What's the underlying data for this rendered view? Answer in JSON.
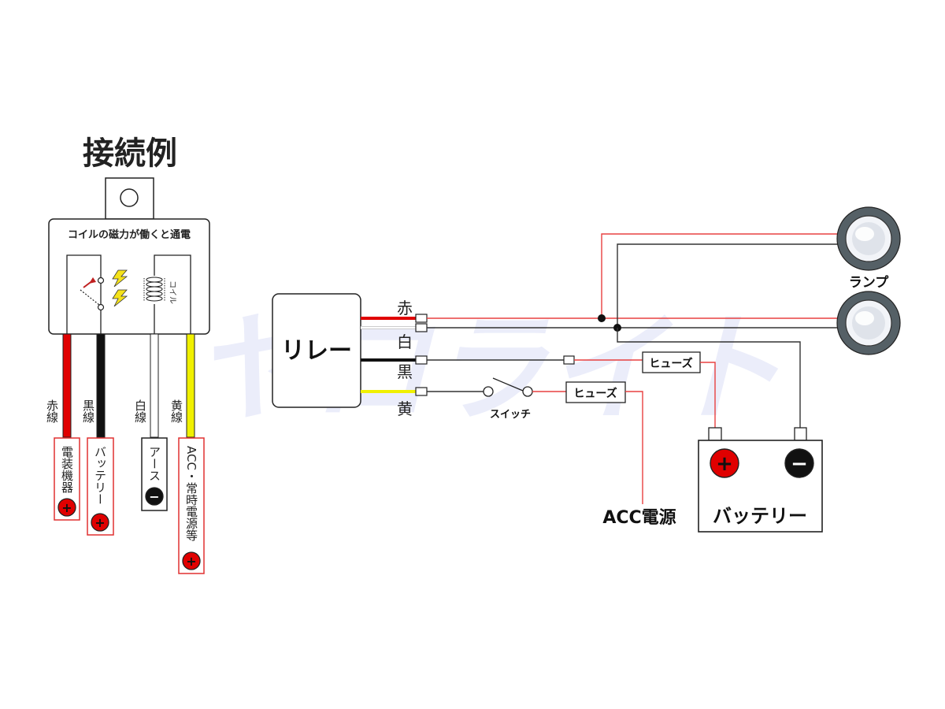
{
  "title": "接続例",
  "relay_panel": {
    "caption": "コイルの磁力が働くと通電",
    "coil_label": "コイル",
    "wires": [
      {
        "color_name": "赤線",
        "target": "電装機器",
        "color": "#e00000",
        "polarity": "+"
      },
      {
        "color_name": "黒線",
        "target": "バッテリー",
        "color": "#000000",
        "polarity": "+"
      },
      {
        "color_name": "白線",
        "target": "アース",
        "color": "#ffffff",
        "polarity": "−"
      },
      {
        "color_name": "黄線",
        "target": "ACC・常時電源等",
        "color": "#f0f000",
        "polarity": "+"
      }
    ]
  },
  "relay_box": {
    "label": "リレー"
  },
  "wire_labels": {
    "red": "赤",
    "white": "白",
    "black": "黒",
    "yellow": "黄"
  },
  "switch_label": "スイッチ",
  "fuse_labels": {
    "upper": "ヒューズ",
    "lower": "ヒューズ"
  },
  "acc_label": "ACC電源",
  "lamp_label": "ランプ",
  "battery": {
    "label": "バッテリー",
    "plus": "+",
    "minus": "−"
  },
  "watermark": "ヤロライト",
  "colors": {
    "red": "#e00000",
    "black": "#000000",
    "yellow": "#f0f000",
    "wire_red_line": "#e84040",
    "accent_box": "#e03030"
  }
}
